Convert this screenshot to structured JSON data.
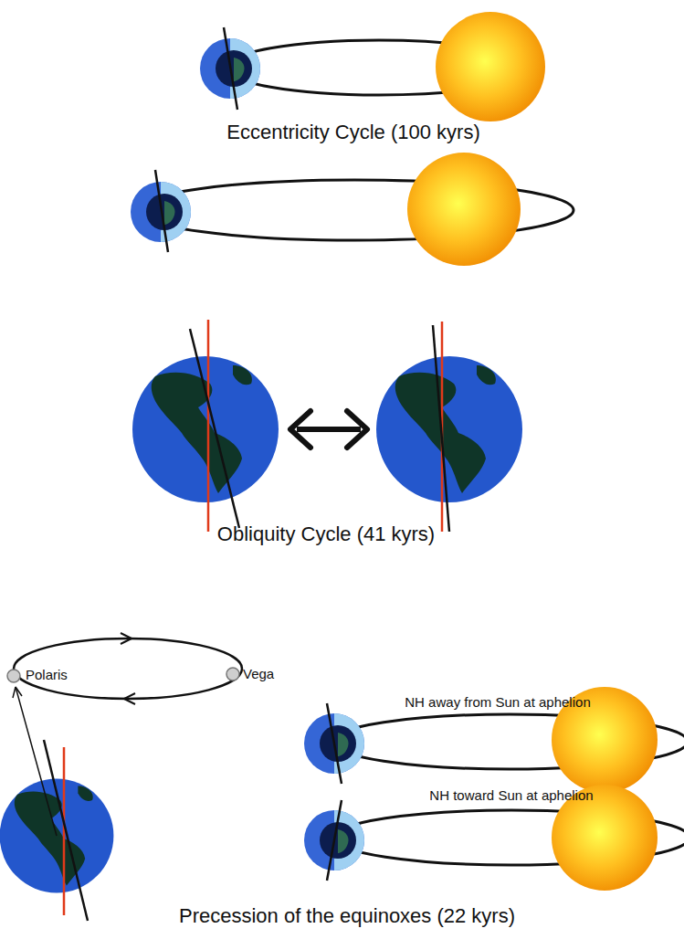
{
  "diagram": {
    "labels": [
      "Eccentricity Cycle (100 kyrs)",
      "Obliquity Cycle (41 kyrs)",
      "Polaris",
      "Vega",
      "NH away from Sun at aphelion",
      "NH toward Sun at aphelion",
      "Precession of the equinoxes (22 kyrs)"
    ]
  }
}
